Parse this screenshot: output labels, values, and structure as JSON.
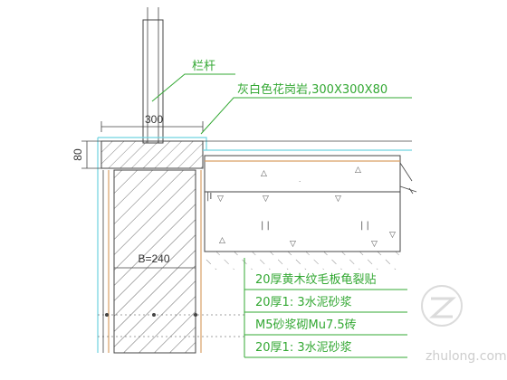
{
  "labels": {
    "railing": "栏杆",
    "granite": "灰白色花岗岩,300X300X80",
    "dim_300": "300",
    "dim_80": "80",
    "wall_width": "B=240",
    "finish_1": "20厚黄木纹毛板龟裂贴",
    "finish_2": "20厚1: 3水泥砂浆",
    "finish_3": "M5砂浆砌Mu7.5砖",
    "finish_4": "20厚1: 3水泥砂浆"
  },
  "watermark": "zhulong.com",
  "colors": {
    "annotation": "#33a833",
    "linework": "#333333",
    "cyan": "#6fd3e0",
    "orange": "#d9a066"
  }
}
